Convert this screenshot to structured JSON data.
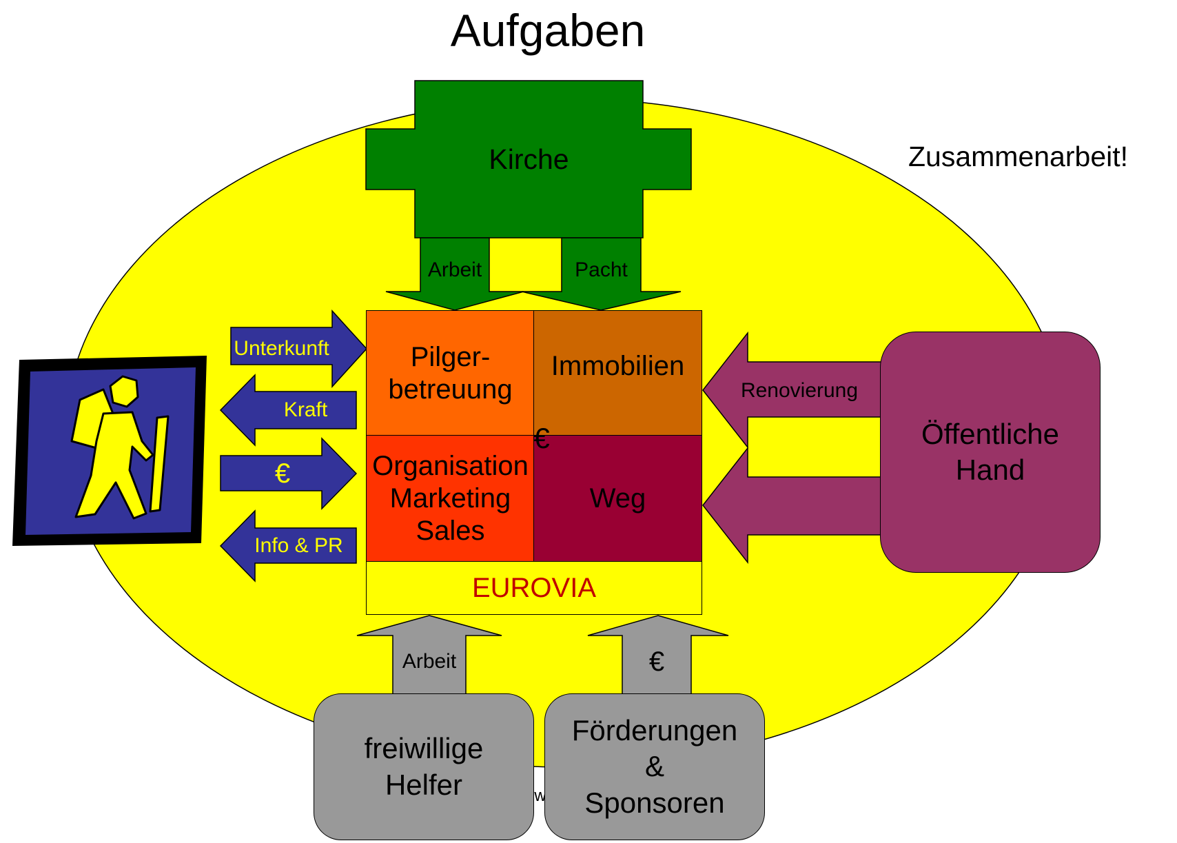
{
  "title": "Aufgaben",
  "slogan": "Zusammenarbeit!",
  "kirche": {
    "label": "Kirche",
    "arrow_left": "Arbeit",
    "arrow_right": "Pacht"
  },
  "eurovia": {
    "label": "EUROVIA",
    "cells": {
      "pilger": "Pilger-\nbetreuung",
      "immobilien": "Immobilien",
      "organisation": "Organisation\nMarketing\nSales",
      "weg": "Weg"
    },
    "center_symbol": "€"
  },
  "pilger_arrows": [
    "Unterkunft",
    "Kraft",
    "€",
    "Info & PR"
  ],
  "oeffentliche_hand": {
    "label": "Öffentliche\nHand",
    "arrow_label": "Renovierung"
  },
  "helfer": {
    "label": "freiwillige\nHelfer",
    "arrow_label": "Arbeit"
  },
  "foerderungen": {
    "label": "Förderungen\n&\nSponsoren",
    "arrow_label": "€"
  },
  "footer_fragment": "w",
  "icons": {
    "pilger": "hiker-icon",
    "center": "four-way-arrow-icon"
  },
  "colors": {
    "ellipse": "#FFFF00",
    "kirche": "#008000",
    "navy_arrow": "#333399",
    "pilger_cell": "#FF6600",
    "immobilien_cell": "#CC6600",
    "organisation_cell": "#FF3300",
    "weg_cell": "#990033",
    "hand": "#993366",
    "gray_box": "#999999",
    "eurovia_text": "#C00000",
    "arrow_label_yellow": "#FFFF00"
  }
}
